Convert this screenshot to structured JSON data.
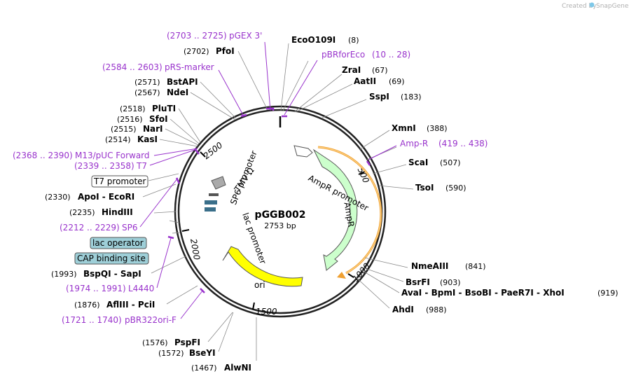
{
  "brand": {
    "created_by": "Created by",
    "app": "SnapGene"
  },
  "plasmid": {
    "name": "pGGB002",
    "size_label": "2753 bp"
  },
  "ticks": [
    "500",
    "1000",
    "1500",
    "2000",
    "2500"
  ],
  "enzymes": [
    {
      "name": "EcoO109I",
      "pos": "(8)"
    },
    {
      "name": "ZraI",
      "pos": "(67)"
    },
    {
      "name": "AatII",
      "pos": "(69)"
    },
    {
      "name": "SspI",
      "pos": "(183)"
    },
    {
      "name": "XmnI",
      "pos": "(388)"
    },
    {
      "name": "ScaI",
      "pos": "(507)"
    },
    {
      "name": "TsoI",
      "pos": "(590)"
    },
    {
      "name": "NmeAIII",
      "pos": "(841)"
    },
    {
      "name": "BsrFI",
      "pos": "(903)"
    },
    {
      "name": "AvaI - BpmI - BsoBI - PaeR7I - XhoI",
      "pos": "(919)"
    },
    {
      "name": "AhdI",
      "pos": "(988)"
    },
    {
      "name": "AlwNI",
      "pos": "(1467)"
    },
    {
      "name": "BseYI",
      "pos": "(1572)"
    },
    {
      "name": "PspFI",
      "pos": "(1576)"
    },
    {
      "name": "AflIII - PciI",
      "pos": "(1876)"
    },
    {
      "name": "BspQI - SapI",
      "pos": "(1993)"
    },
    {
      "name": "HindIII",
      "pos": "(2235)"
    },
    {
      "name": "ApoI - EcoRI",
      "pos": "(2330)"
    },
    {
      "name": "KasI",
      "pos": "(2514)"
    },
    {
      "name": "NarI",
      "pos": "(2515)"
    },
    {
      "name": "SfoI",
      "pos": "(2516)"
    },
    {
      "name": "PluTI",
      "pos": "(2518)"
    },
    {
      "name": "NdeI",
      "pos": "(2567)"
    },
    {
      "name": "BstAPI",
      "pos": "(2571)"
    },
    {
      "name": "PfoI",
      "pos": "(2702)"
    }
  ],
  "primers": [
    {
      "name": "pGEX 3'",
      "range": "(2703 .. 2725)"
    },
    {
      "name": "pBRforEco",
      "range": "(10 .. 28)"
    },
    {
      "name": "pRS-marker",
      "range": "(2584 .. 2603)"
    },
    {
      "name": "Amp-R",
      "range": "(419 .. 438)"
    },
    {
      "name": "M13/pUC Forward",
      "range": "(2368 .. 2390)"
    },
    {
      "name": "T7",
      "range": "(2339 .. 2358)"
    },
    {
      "name": "SP6",
      "range": "(2212 .. 2229)"
    },
    {
      "name": "L4440",
      "range": "(1974 .. 1991)"
    },
    {
      "name": "pBR322ori-F",
      "range": "(1721 .. 1740)"
    }
  ],
  "boxed_features": [
    {
      "name": "T7 promoter"
    },
    {
      "name": "lac operator"
    },
    {
      "name": "CAP binding site"
    }
  ],
  "inner_features": [
    {
      "name": "AmpR promoter"
    },
    {
      "name": "AmpR"
    },
    {
      "name": "ori"
    },
    {
      "name": "TMV Ω"
    },
    {
      "name": "SP6 promoter"
    },
    {
      "name": "lac promoter"
    }
  ],
  "colors": {
    "backbone": "#222222",
    "primer": "#9933cc",
    "ampr_fill": "#ccffcc",
    "ori_fill": "#ffff00",
    "orange_arc": "#f0a030",
    "lac_box": "#9ecfd8"
  }
}
